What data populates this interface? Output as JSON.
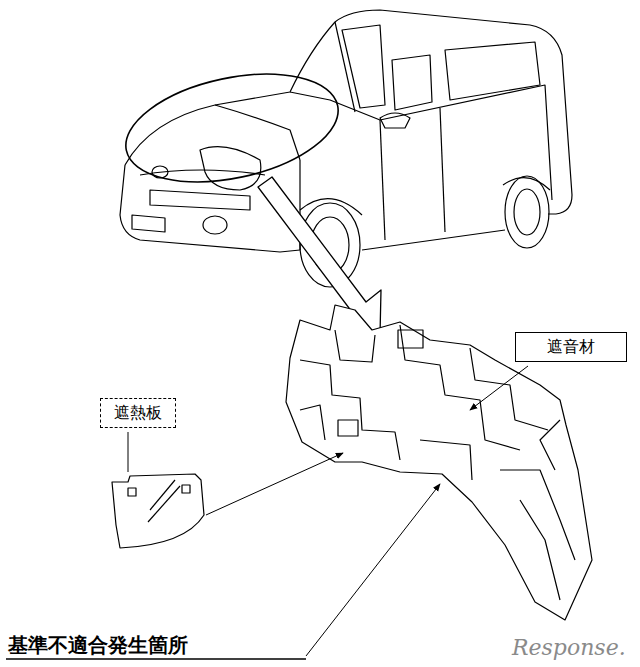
{
  "diagram": {
    "nodes": [
      {
        "text": [
          "遮熱板"
        ]
      },
      {
        "text": [
          "遮音材"
        ]
      }
    ],
    "labels": [
      "基準不適合発生箇所",
      "Response."
    ]
  }
}
